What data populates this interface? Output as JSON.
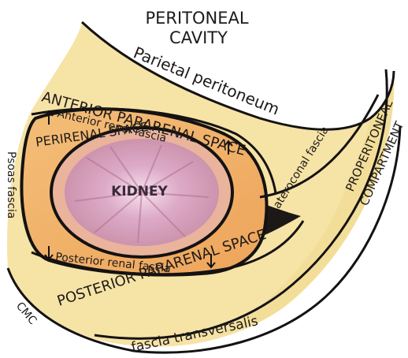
{
  "labels": {
    "peritoneal_cavity_1": "PERITONEAL",
    "peritoneal_cavity_2": "CAVITY",
    "parietal_peritoneum": "Parietal peritoneum",
    "anterior_pararenal_space": "ANTERIOR PARARENAL SPACE",
    "anterior_renal_fascia": "Anterior renal fascia",
    "perirenal_space": "PERIRENAL SPACE",
    "kidney": "KIDNEY",
    "lateroconal_fascia": "Lateroconal fascia",
    "properitoneal_1": "PROPERITONEAL",
    "properitoneal_2": "COMPARTMENT",
    "psoas_fascia": "Psoas fascia",
    "posterior_renal_fascia": "Posterior renal fascia",
    "posterior_pararenal_space": "POSTERIOR PARARENAL SPACE",
    "cmc": "CMC",
    "fascia_transversalis": "fascia transversalis"
  },
  "colors": {
    "yellow_region": "#f6e3a6",
    "perirenal_fat": "#f0b46a",
    "kidney_outer": "#e9b39c",
    "kidney_inner": "#dcaac8",
    "kidney_center": "#f3dbe9",
    "dark_wedge": "#1b1816",
    "outline": "#141212"
  }
}
